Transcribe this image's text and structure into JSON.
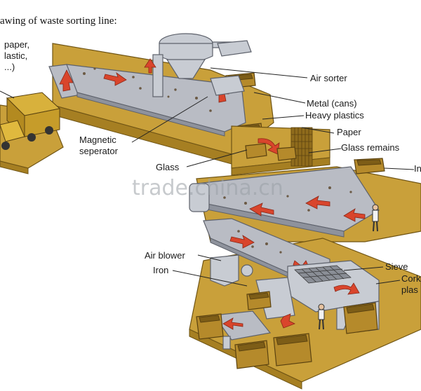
{
  "title": "awing of waste sorting line:",
  "labels": {
    "input": "paper,\nlastic,\n...)",
    "air_sorter": "Air sorter",
    "metal": "Metal (cans)",
    "heavy_plastics": "Heavy plastics",
    "paper": "Paper",
    "glass_remains": "Glass remains",
    "magnetic": "Magnetic\nseperator",
    "glass": "Glass",
    "in_edge": "In",
    "air_blower": "Air blower",
    "iron": "Iron",
    "sieve": "Sieve",
    "cork": "Cork\nplas"
  },
  "watermark": "trade.china.cn",
  "colors": {
    "platform": "#c9a03a",
    "belt": "#b9bcc4",
    "arrow": "#d9452c"
  }
}
